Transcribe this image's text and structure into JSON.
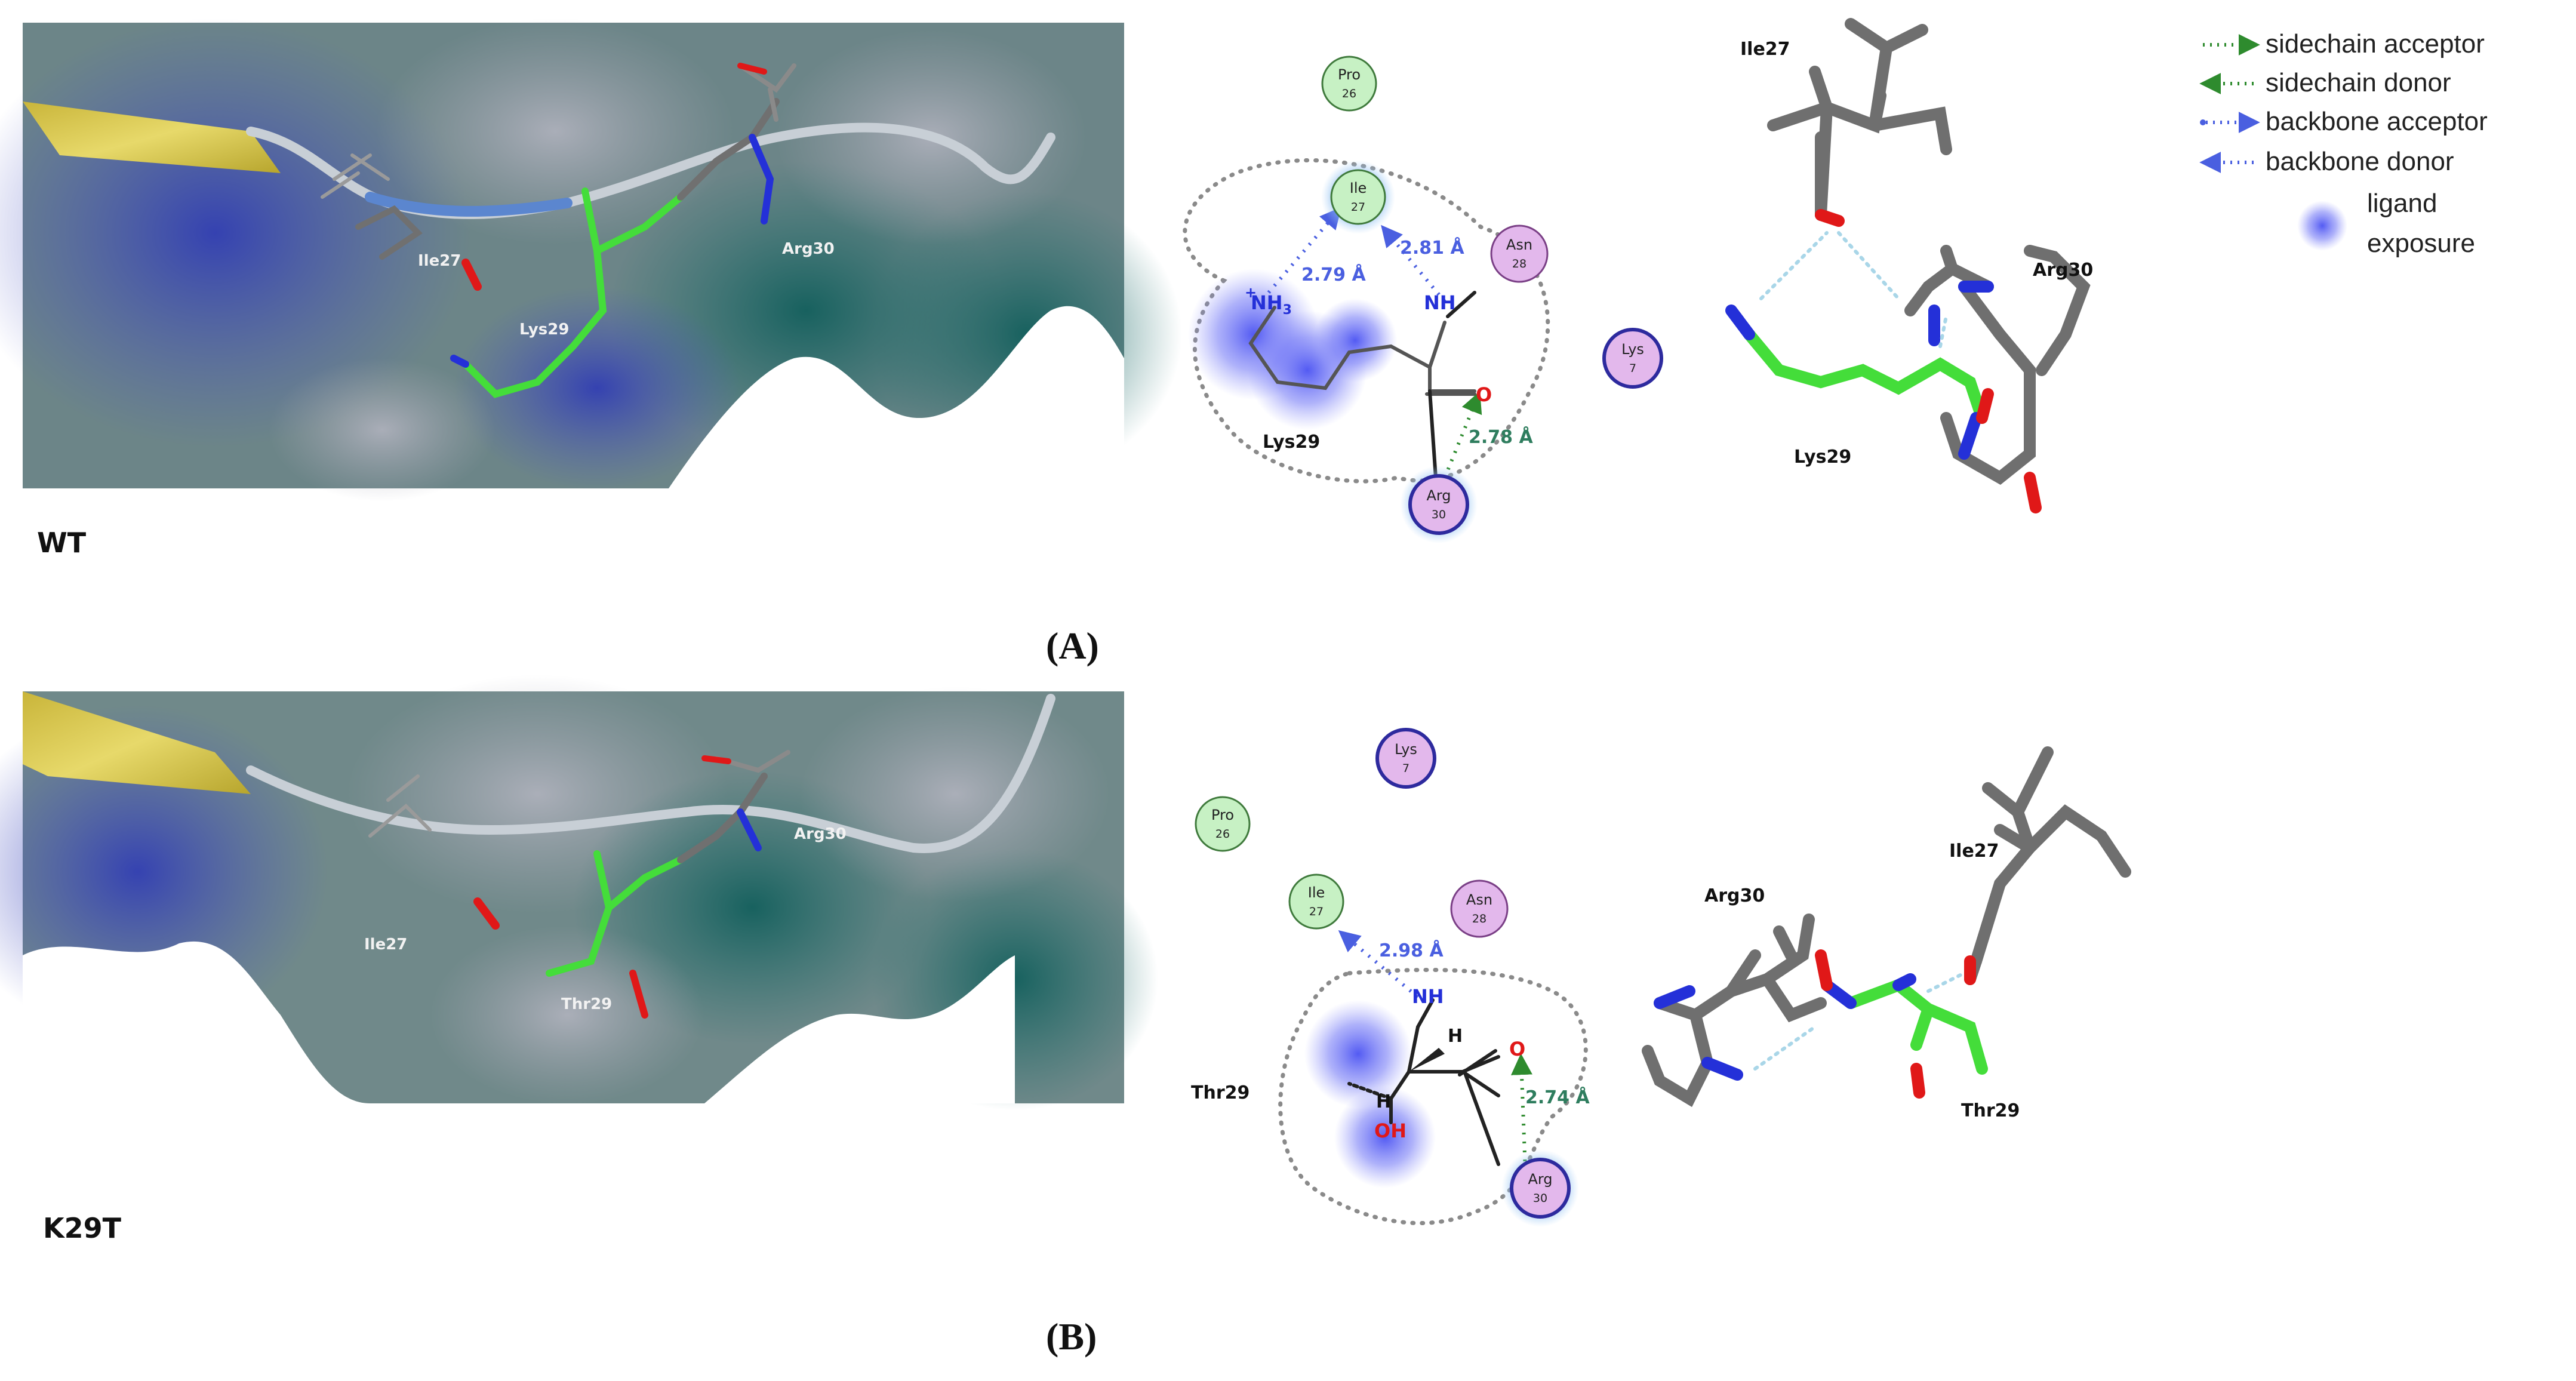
{
  "panels": [
    {
      "id": "A",
      "panel_label": "(A)",
      "variant_label": "WT",
      "surface_labels": {
        "ile": "Ile27",
        "mutant": "Lys29",
        "arg": "Arg30"
      },
      "diagram": {
        "residues": [
          {
            "name": "Pro",
            "num": "26"
          },
          {
            "name": "Ile",
            "num": "27"
          },
          {
            "name": "Asn",
            "num": "28"
          },
          {
            "name": "Arg",
            "num": "30"
          },
          {
            "name": "Lys",
            "num": "7"
          }
        ],
        "ligand_name": "Lys29",
        "atoms": {
          "amine": "NH",
          "side_amine": "NH",
          "side_amine_sub": "3",
          "side_amine_charge": "+",
          "carbonyl_o": "O"
        },
        "distances": [
          "2.79 Å",
          "2.81 Å",
          "2.78 Å"
        ]
      },
      "stick_labels": {
        "ile": "Ile27",
        "mutant": "Lys29",
        "arg": "Arg30"
      }
    },
    {
      "id": "B",
      "panel_label": "(B)",
      "variant_label": "K29T",
      "surface_labels": {
        "ile": "Ile27",
        "mutant": "Thr29",
        "arg": "Arg30"
      },
      "diagram": {
        "residues": [
          {
            "name": "Lys",
            "num": "7"
          },
          {
            "name": "Pro",
            "num": "26"
          },
          {
            "name": "Ile",
            "num": "27"
          },
          {
            "name": "Asn",
            "num": "28"
          },
          {
            "name": "Arg",
            "num": "30"
          }
        ],
        "ligand_name": "Thr29",
        "atoms": {
          "amine": "NH",
          "hydroxyl": "OH",
          "h1": "H",
          "h2": "H",
          "carbonyl_o": "O"
        },
        "distances": [
          "2.98 Å",
          "2.74 Å"
        ]
      },
      "stick_labels": {
        "ile": "Ile27",
        "mutant": "Thr29",
        "arg": "Arg30"
      }
    }
  ],
  "legend": {
    "items": [
      {
        "label": "sidechain acceptor",
        "color": "#2e8b2e",
        "style": "acceptor"
      },
      {
        "label": "sidechain donor",
        "color": "#2e8b2e",
        "style": "donor"
      },
      {
        "label": "backbone acceptor",
        "color": "#4a5fe0",
        "style": "acceptor"
      },
      {
        "label": "backbone donor",
        "color": "#4a5fe0",
        "style": "donor"
      }
    ],
    "exposure_line1": "ligand",
    "exposure_line2": "exposure"
  },
  "colors": {
    "polar": "#e3b8ec",
    "hydrophobic": "#c7f1c4",
    "charged_edge": "#2d2a9e",
    "hbond_backbone": "#4a5fe0",
    "hbond_sidechain": "#2e8b2e",
    "exposure": "#5a62f0",
    "carbon_green": "#44dd3a",
    "carbon_grey": "#6f6f6f",
    "nitrogen": "#2430d8",
    "oxygen": "#e01818"
  }
}
